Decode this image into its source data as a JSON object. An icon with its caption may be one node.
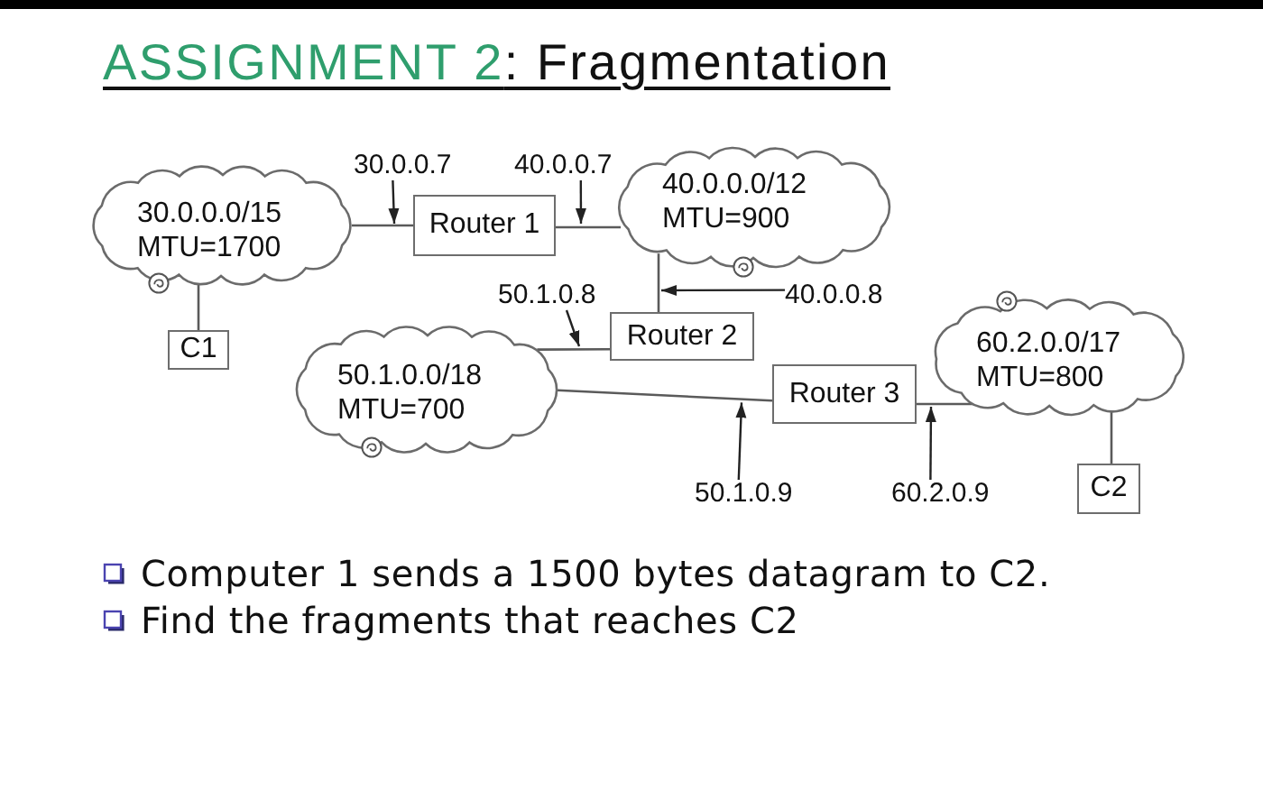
{
  "diagram": {
    "title": "ASSIGNMENT 2: Fragmentation",
    "nodes": [
      {
        "text": [
          "30.0.0.7"
        ]
      },
      {
        "text": [
          "40.0.0.7"
        ]
      },
      {
        "text": [
          "40.0.0.0/12",
          "MTU=900"
        ]
      },
      {
        "text": [
          "30.0.0.0/15",
          "MTU=1700"
        ]
      },
      {
        "text": [
          "Router 1"
        ]
      },
      {
        "text": [
          "50.1.0.8"
        ]
      },
      {
        "text": [
          "40.0.0.8"
        ]
      },
      {
        "text": [
          "Router 2"
        ]
      },
      {
        "text": [
          "C1"
        ]
      },
      {
        "text": [
          "60.2.0.0/17",
          "MTU=800"
        ]
      },
      {
        "text": [
          "50.1.0.0/18",
          "MTU=700"
        ]
      },
      {
        "text": [
          "Router 3"
        ]
      },
      {
        "text": [
          "50.1.0.9"
        ]
      },
      {
        "text": [
          "60.2.0.9"
        ]
      },
      {
        "text": [
          "C2"
        ]
      }
    ],
    "edges": [
      {
        "from": 3,
        "to": 4,
        "arrow": "none"
      },
      {
        "from": 4,
        "to": 2,
        "arrow": "none"
      },
      {
        "from": 3,
        "to": 8,
        "arrow": "none"
      },
      {
        "from": 2,
        "to": 7,
        "arrow": "none"
      },
      {
        "from": 10,
        "to": 7,
        "arrow": "none"
      },
      {
        "from": 10,
        "to": 11,
        "arrow": "none"
      },
      {
        "from": 11,
        "to": 9,
        "arrow": "none"
      },
      {
        "from": 9,
        "to": 14,
        "arrow": "none"
      },
      {
        "from": 0,
        "to": 4,
        "arrow": "to"
      },
      {
        "from": 1,
        "to": 4,
        "arrow": "to"
      },
      {
        "from": 5,
        "to": 7,
        "arrow": "to"
      },
      {
        "from": 6,
        "to": 7,
        "arrow": "to"
      },
      {
        "from": 12,
        "to": 11,
        "arrow": "to"
      },
      {
        "from": 13,
        "to": 11,
        "arrow": "to"
      }
    ],
    "labels": [
      "Computer 1 sends a 1500 bytes datagram to C2.",
      "Find the fragments that reaches C2"
    ]
  }
}
